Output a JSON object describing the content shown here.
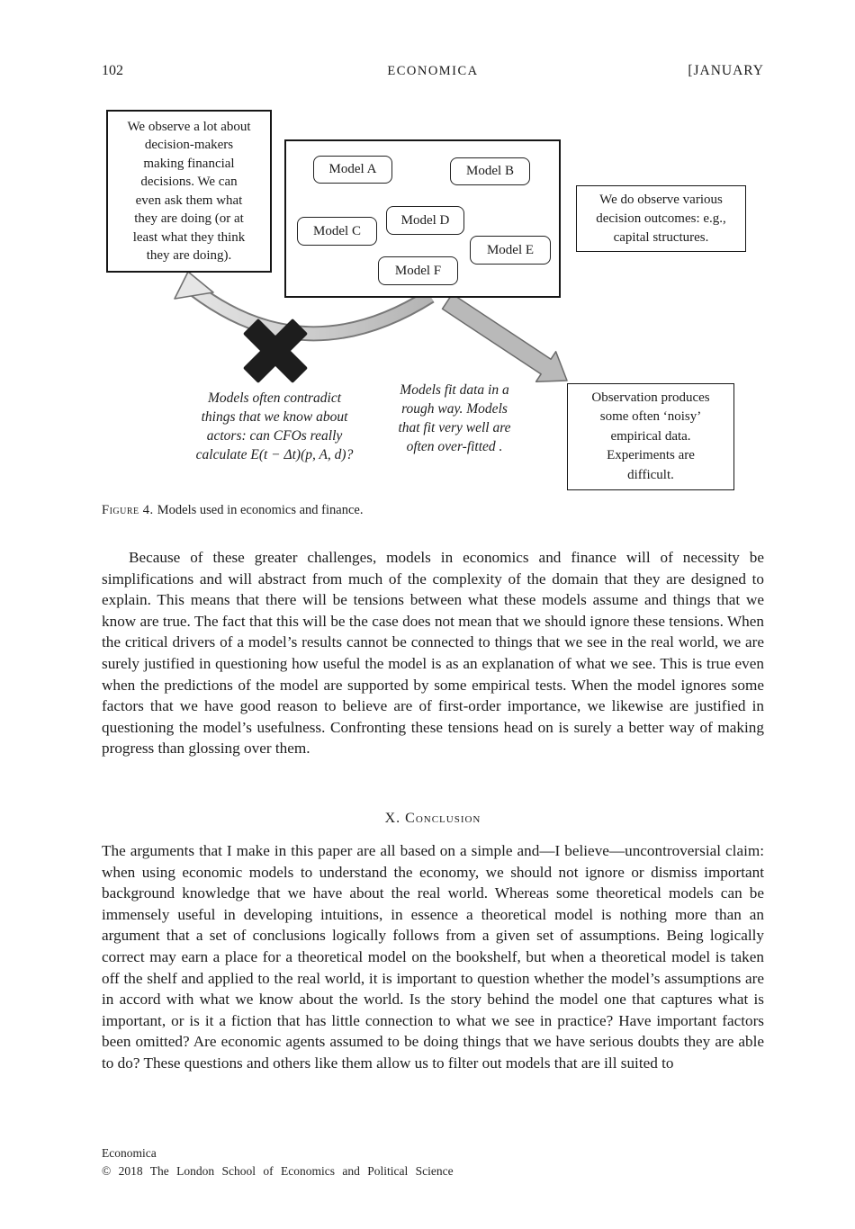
{
  "header": {
    "page_number": "102",
    "journal_title": "ECONOMICA",
    "issue": "[JANUARY"
  },
  "figure": {
    "left_box_text": "We observe a lot about\ndecision-makers\nmaking financial\ndecisions. We can\neven ask them what\nthey are doing (or at\nleast what they think\nthey are doing).",
    "models": [
      "Model A",
      "Model B",
      "Model C",
      "Model D",
      "Model E",
      "Model F"
    ],
    "right_box_text": "We do observe various\ndecision outcomes: e.g.,\ncapital structures.",
    "bottom_right_box_text": "Observation produces\nsome often ‘noisy’\nempirical data.\nExperiments are\ndifficult.",
    "left_annotation": "Models often contradict\nthings that we know about\nactors: can CFOs really\ncalculate E(t − Δt)(p, A, d)?",
    "right_annotation": "Models fit data in a\nrough way. Models\nthat fit very well are\noften over-fitted .",
    "caption_label": "Figure 4.",
    "caption_text": "Models used in economics and finance.",
    "arrow_colors": {
      "curved_band": "#d6d6d6",
      "curved_outline": "#787878",
      "straight_fill": "#b9b9b9",
      "x_mark": "#1d1d1d"
    }
  },
  "body": {
    "paragraph_1": "Because of these greater challenges, models in economics and finance will of necessity be simplifications and will abstract from much of the complexity of the domain that they are designed to explain. This means that there will be tensions between what these models assume and things that we know are true. The fact that this will be the case does not mean that we should ignore these tensions. When the critical drivers of a model’s results cannot be connected to things that we see in the real world, we are surely justified in questioning how useful the model is as an explanation of what we see. This is true even when the predictions of the model are supported by some empirical tests. When the model ignores some factors that we have good reason to believe are of first-order importance, we likewise are justified in questioning the model’s usefulness. Confronting these tensions head on is surely a better way of making progress than glossing over them.",
    "paragraph_2": "The arguments that I make in this paper are all based on a simple and—I believe—uncontroversial claim: when using economic models to understand the economy, we should not ignore or dismiss important background knowledge that we have about the real world. Whereas some theoretical models can be immensely useful in developing intuitions, in essence a theoretical model is nothing more than an argument that a set of conclusions logically follows from a given set of assumptions. Being logically correct may earn a place for a theoretical model on the bookshelf, but when a theoretical model is taken off the shelf and applied to the real world, it is important to question whether the model’s assumptions are in accord with what we know about the world. Is the story behind the model one that captures what is important, or is it a fiction that has little connection to what we see in practice? Have important factors been omitted? Are economic agents assumed to be doing things that we have serious doubts they are able to do? These questions and others like them allow us to filter out models that are ill suited to"
  },
  "section_heading": "X. Conclusion",
  "footer": {
    "journal_name": "Economica",
    "copyright_line": "© 2018 The London School of Economics and Political Science"
  }
}
